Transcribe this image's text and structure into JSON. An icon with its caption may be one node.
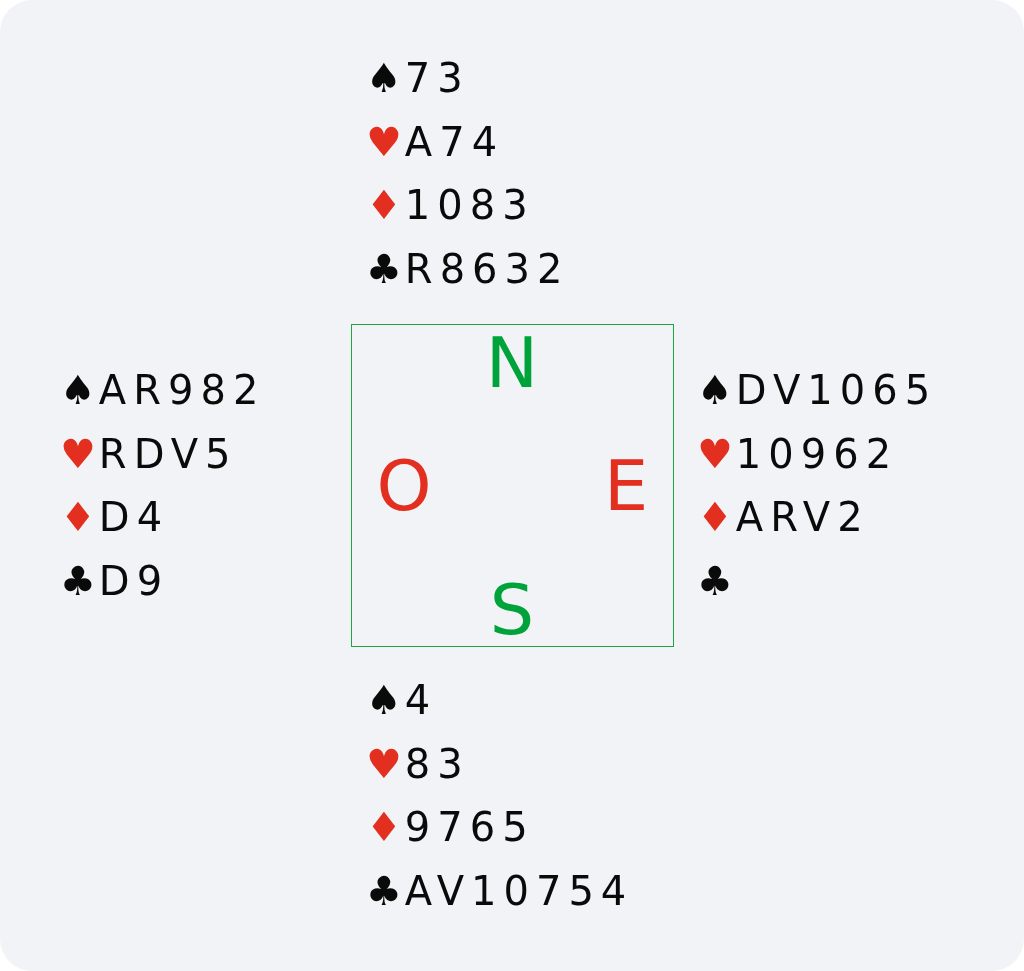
{
  "diagram": {
    "nodes": [
      {
        "text": [
          "N",
          "O",
          "E",
          "S"
        ]
      }
    ],
    "edges": [],
    "labels": [
      "♠73",
      "♥A74",
      "♦1083",
      "♣R8632",
      "♠AR982",
      "♥RDV5",
      "♦D4",
      "♣D9",
      "♠DV1065",
      "♥10962",
      "♦ARV2",
      "♣",
      "♠4",
      "♥83",
      "♦9765",
      "♣AV10754"
    ]
  }
}
